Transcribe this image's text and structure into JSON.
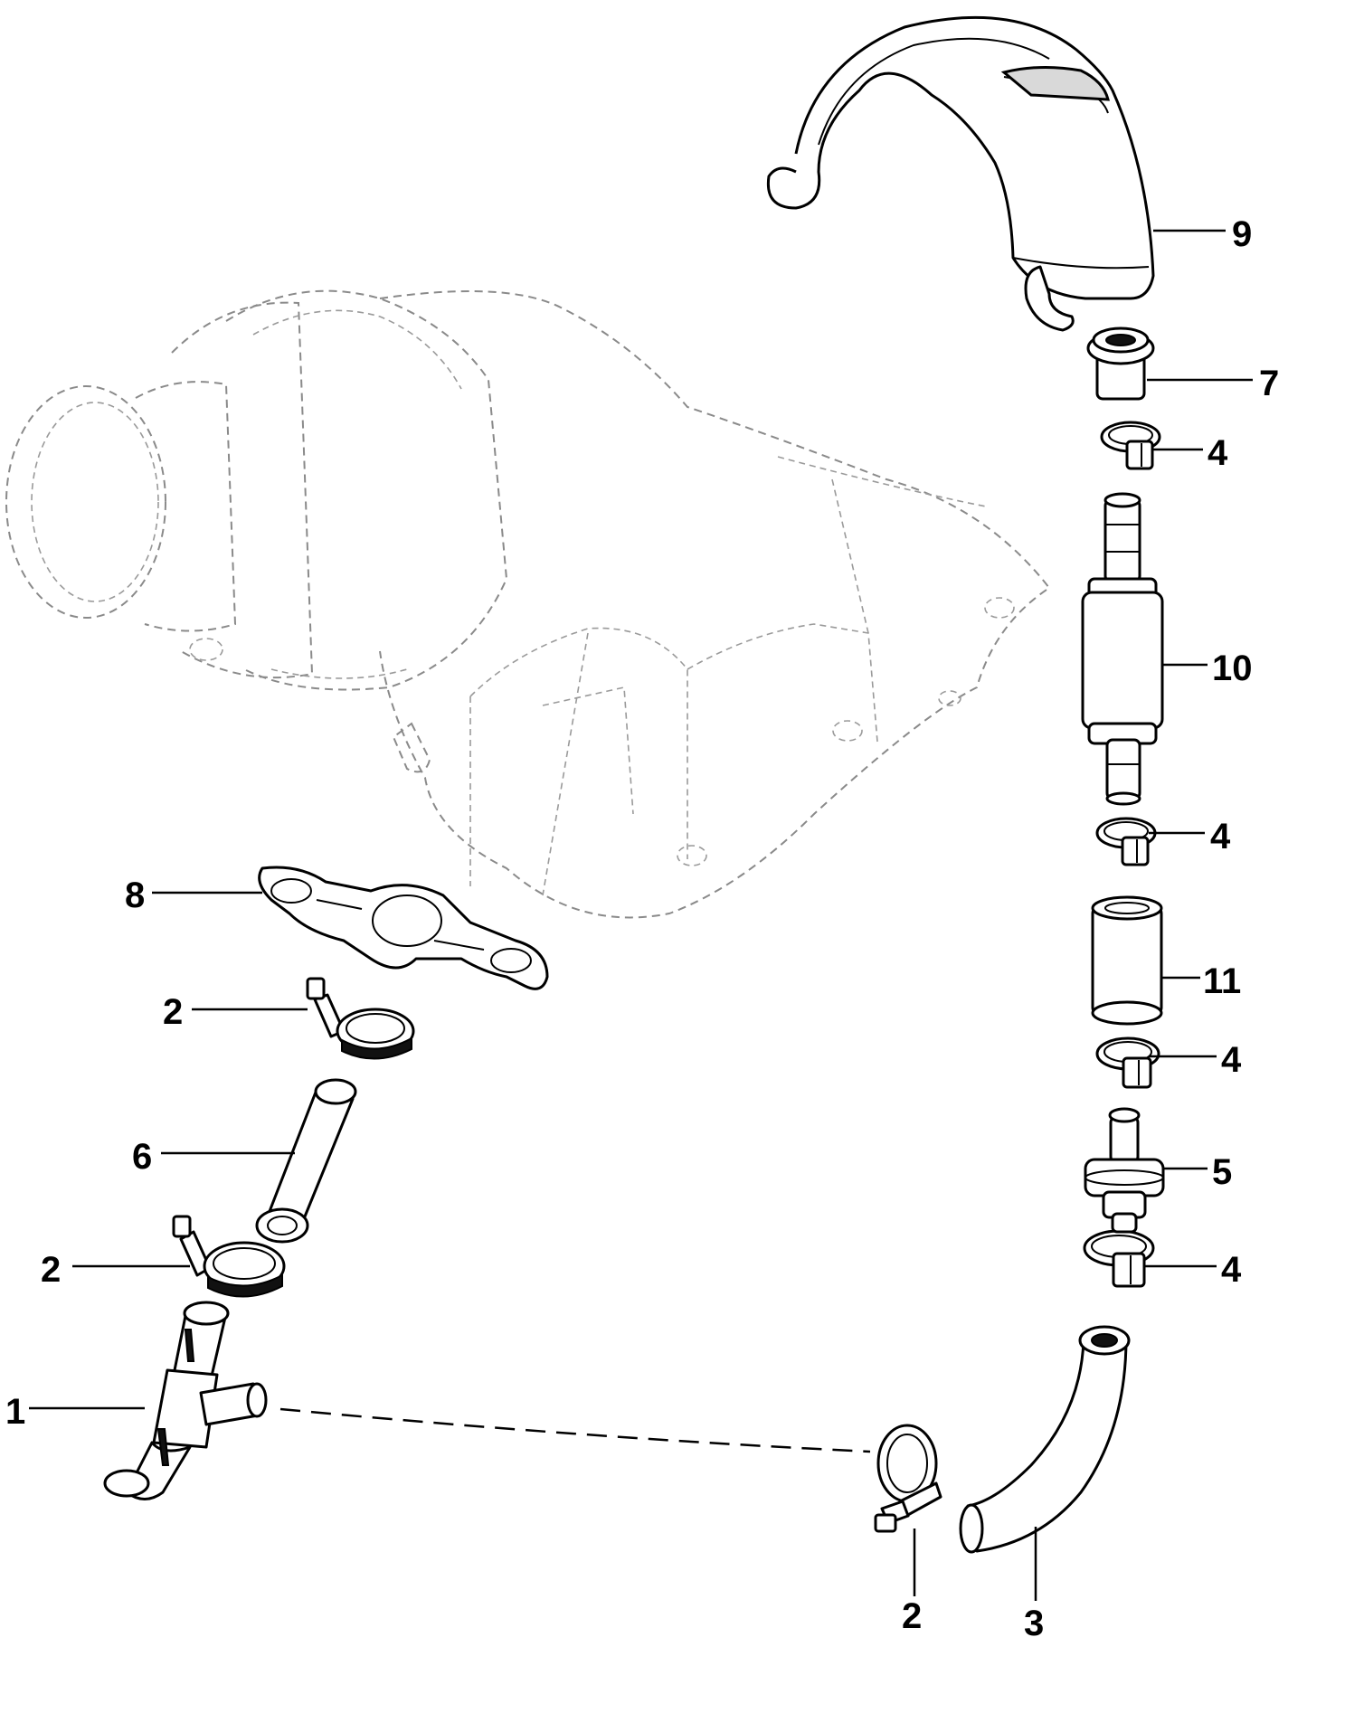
{
  "callouts": [
    {
      "id": "1",
      "label": "1"
    },
    {
      "id": "2a",
      "label": "2"
    },
    {
      "id": "2b",
      "label": "2"
    },
    {
      "id": "2c",
      "label": "2"
    },
    {
      "id": "3",
      "label": "3"
    },
    {
      "id": "4a",
      "label": "4"
    },
    {
      "id": "4b",
      "label": "4"
    },
    {
      "id": "4c",
      "label": "4"
    },
    {
      "id": "4d",
      "label": "4"
    },
    {
      "id": "5",
      "label": "5"
    },
    {
      "id": "6",
      "label": "6"
    },
    {
      "id": "7",
      "label": "7"
    },
    {
      "id": "8",
      "label": "8"
    },
    {
      "id": "9",
      "label": "9"
    },
    {
      "id": "10",
      "label": "10"
    },
    {
      "id": "11",
      "label": "11"
    }
  ]
}
